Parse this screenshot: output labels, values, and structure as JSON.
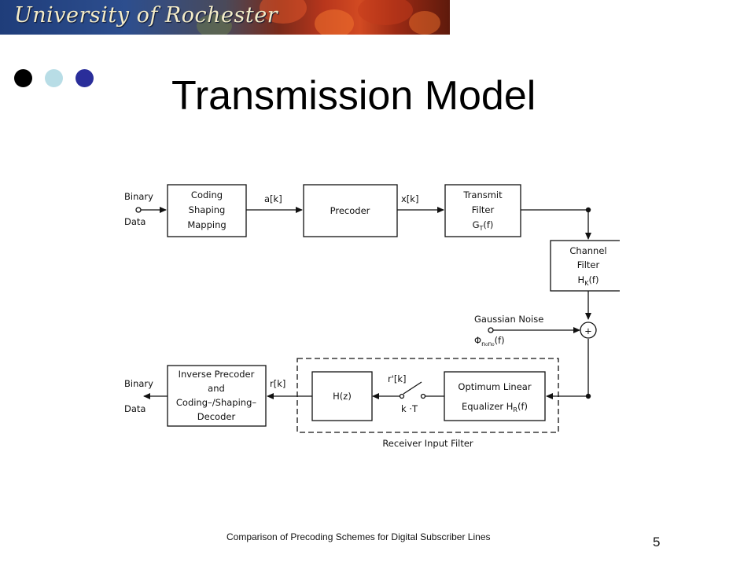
{
  "banner": {
    "text": "University of Rochester"
  },
  "bullets": {
    "colors": [
      "#000000",
      "#b8dde6",
      "#2a2e9a"
    ]
  },
  "slide": {
    "title": "Transmission Model",
    "footer": "Comparison of Precoding Schemes for Digital Subscriber Lines",
    "page_number": "5"
  },
  "diagram": {
    "input": {
      "line1": "Binary",
      "line2": "Data"
    },
    "output": {
      "line1": "Binary",
      "line2": "Data"
    },
    "blocks": {
      "coding": [
        "Coding",
        "Shaping",
        "Mapping"
      ],
      "precoder": "Precoder",
      "transmit": {
        "line1": "Transmit",
        "line2": "Filter",
        "line3_main": "G",
        "line3_sub": "T",
        "line3_tail": "(f)"
      },
      "channel": {
        "line1": "Channel",
        "line2": "Filter",
        "line3_main": "H",
        "line3_sub": "K",
        "line3_tail": "(f)"
      },
      "equalizer": {
        "line1": "Optimum  Linear",
        "line2_main": "Equalizer  H",
        "line2_sub": "R",
        "line2_tail": "(f)"
      },
      "hz": "H(z)",
      "inverse": [
        "Inverse Precoder",
        "and",
        "Coding–/Shaping–",
        "Decoder"
      ]
    },
    "signals": {
      "a": "a[k]",
      "x": "x[k]",
      "r_prime": "r'[k]",
      "r": "r[k]",
      "sampler": "k ·T"
    },
    "noise": {
      "label": "Gaussian  Noise",
      "psd_main": "Φ",
      "psd_sub": "n₀n₀",
      "psd_tail": "(f)"
    },
    "receiver_label": "Receiver  Input  Filter",
    "summer_symbol": "+"
  }
}
